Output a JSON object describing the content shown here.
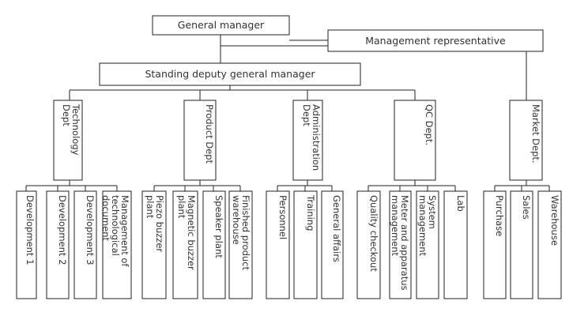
{
  "org": {
    "general_manager": "General manager",
    "management_representative": "Management representative",
    "standing_deputy": "Standing deputy general manager",
    "departments": [
      {
        "key": "technology",
        "lines": [
          "Technology",
          "Dept"
        ]
      },
      {
        "key": "product",
        "lines": [
          "Product Dept"
        ]
      },
      {
        "key": "administration",
        "lines": [
          "Administration",
          "Dept"
        ]
      },
      {
        "key": "qc",
        "lines": [
          "QC Dept."
        ]
      },
      {
        "key": "market",
        "lines": [
          "Market Dept."
        ]
      }
    ],
    "units": [
      {
        "dept": "technology",
        "lines": [
          "Development  1"
        ]
      },
      {
        "dept": "technology",
        "lines": [
          "Development  2"
        ]
      },
      {
        "dept": "technology",
        "lines": [
          "Development  3"
        ]
      },
      {
        "dept": "technology",
        "lines": [
          "Management of",
          "technological",
          "document"
        ]
      },
      {
        "dept": "product",
        "lines": [
          "Piezo buzzer",
          "plant"
        ]
      },
      {
        "dept": "product",
        "lines": [
          "Magnetic buzzer",
          "plant"
        ]
      },
      {
        "dept": "product",
        "lines": [
          "Speaker plant"
        ]
      },
      {
        "dept": "product",
        "lines": [
          "Finished product",
          "warehouse"
        ]
      },
      {
        "dept": "administration",
        "lines": [
          "Personnel"
        ]
      },
      {
        "dept": "administration",
        "lines": [
          "Training"
        ]
      },
      {
        "dept": "administration",
        "lines": [
          "General affairs"
        ]
      },
      {
        "dept": "qc",
        "lines": [
          "Quality checkout"
        ]
      },
      {
        "dept": "qc",
        "lines": [
          "Meter and apparatus",
          "management"
        ]
      },
      {
        "dept": "qc",
        "lines": [
          "System",
          "management"
        ]
      },
      {
        "dept": "qc",
        "lines": [
          "Lab"
        ]
      },
      {
        "dept": "market",
        "lines": [
          "Purchase"
        ]
      },
      {
        "dept": "market",
        "lines": [
          "Sales"
        ]
      },
      {
        "dept": "market",
        "lines": [
          "Warehouse"
        ]
      }
    ]
  }
}
